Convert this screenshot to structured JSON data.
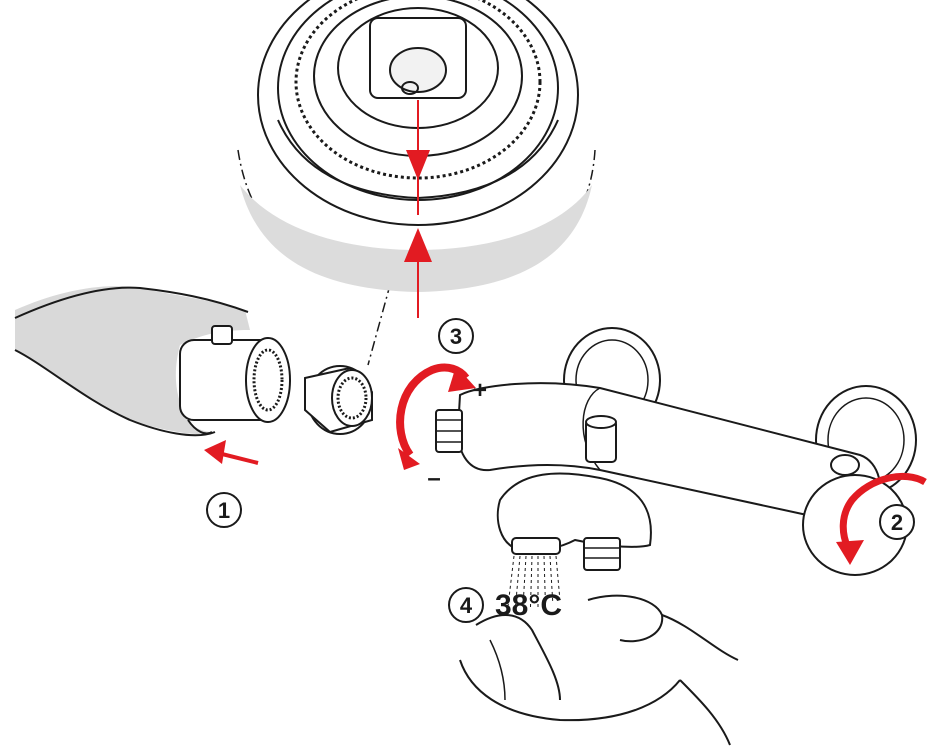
{
  "diagram": {
    "steps": [
      {
        "id": "step-1",
        "label": "1"
      },
      {
        "id": "step-2",
        "label": "2"
      },
      {
        "id": "step-3",
        "label": "3"
      },
      {
        "id": "step-4",
        "label": "4"
      }
    ],
    "plus_sign": "+",
    "minus_sign": "–",
    "temperature": "38°C",
    "colors": {
      "accent_red": "#e21b22",
      "outline": "#1a1a1a",
      "shade": "#d9d9d9",
      "background": "#ffffff"
    }
  }
}
